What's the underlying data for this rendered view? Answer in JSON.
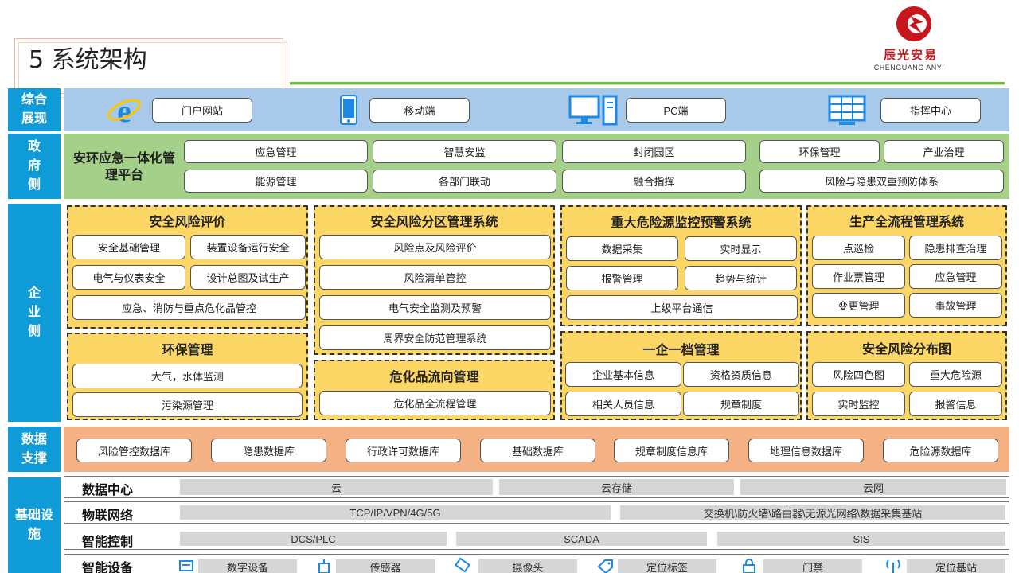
{
  "header": {
    "title": "5 系统架构"
  },
  "logo": {
    "name_cn": "辰光安易",
    "name_en": "CHENGUANG ANYI",
    "brand_color": "#c8161d"
  },
  "colors": {
    "label_blue": "#0f9bd7",
    "band_lightblue": "#a9c9ea",
    "band_green": "#a5d08a",
    "band_orange": "#f4b184",
    "panel_yellow": "#fdd766"
  },
  "rows": {
    "display": {
      "label": "综合展现",
      "items": [
        "门户网站",
        "移动端",
        "PC端",
        "指挥中心"
      ],
      "icons": [
        "ie-browser-icon",
        "mobile-phone-icon",
        "desktop-computer-icon",
        "command-screen-icon"
      ]
    },
    "government": {
      "label": "政府侧",
      "platform": "安环应急一体化管理平台",
      "row1": [
        "应急管理",
        "智慧安监",
        "封闭园区",
        "环保管理",
        "产业治理"
      ],
      "row2": [
        "能源管理",
        "各部门联动",
        "融合指挥",
        "风险与隐患双重预防体系"
      ]
    },
    "enterprise": {
      "label": "企业侧",
      "panels": {
        "risk_eval": {
          "title": "安全风险评价",
          "items": [
            "安全基础管理",
            "装置设备运行安全",
            "电气与仪表安全",
            "设计总图及试生产",
            "应急、消防与重点危化品管控"
          ]
        },
        "env": {
          "title": "环保管理",
          "items": [
            "大气，水体监测",
            "污染源管理"
          ]
        },
        "zone": {
          "title": "安全风险分区管理系统",
          "items": [
            "风险点及风险评价",
            "风险清单管控",
            "电气安全监测及预警",
            "周界安全防范管理系统"
          ]
        },
        "hazchem": {
          "title": "危化品流向管理",
          "items": [
            "危化品全流程管理"
          ]
        },
        "major": {
          "title": "重大危险源监控预警系统",
          "items": [
            "数据采集",
            "实时显示",
            "报警管理",
            "趋势与统计",
            "上级平台通信"
          ]
        },
        "archive": {
          "title": "一企一档管理",
          "items": [
            "企业基本信息",
            "资格资质信息",
            "相关人员信息",
            "规章制度"
          ]
        },
        "production": {
          "title": "生产全流程管理系统",
          "items": [
            "点巡检",
            "隐患排查治理",
            "作业票管理",
            "应急管理",
            "变更管理",
            "事故管理"
          ]
        },
        "distribution": {
          "title": "安全风险分布图",
          "items": [
            "风险四色图",
            "重大危险源",
            "实时监控",
            "报警信息"
          ]
        }
      }
    },
    "data": {
      "label": "数据支撑",
      "items": [
        "风险管控数据库",
        "隐患数据库",
        "行政许可数据库",
        "基础数据库",
        "规章制度信息库",
        "地理信息数据库",
        "危险源数据库"
      ]
    },
    "infra": {
      "label": "基础设施",
      "datacenter": {
        "name": "数据中心",
        "items": [
          "云",
          "云存储",
          "云网"
        ]
      },
      "iot": {
        "name": "物联网络",
        "items": [
          "TCP/IP/VPN/4G/5G",
          "交换机\\防火墙\\路由器\\无源光网络\\数据采集基站"
        ]
      },
      "control": {
        "name": "智能控制",
        "items": [
          "DCS/PLC",
          "SCADA",
          "SIS"
        ]
      },
      "devices": {
        "name": "智能设备",
        "items": [
          "数字设备",
          "传感器",
          "摄像头",
          "定位标签",
          "门禁",
          "定位基站"
        ],
        "icons": [
          "digital-device-icon",
          "sensor-icon",
          "camera-icon",
          "tag-icon",
          "lock-icon",
          "antenna-icon"
        ]
      }
    }
  }
}
